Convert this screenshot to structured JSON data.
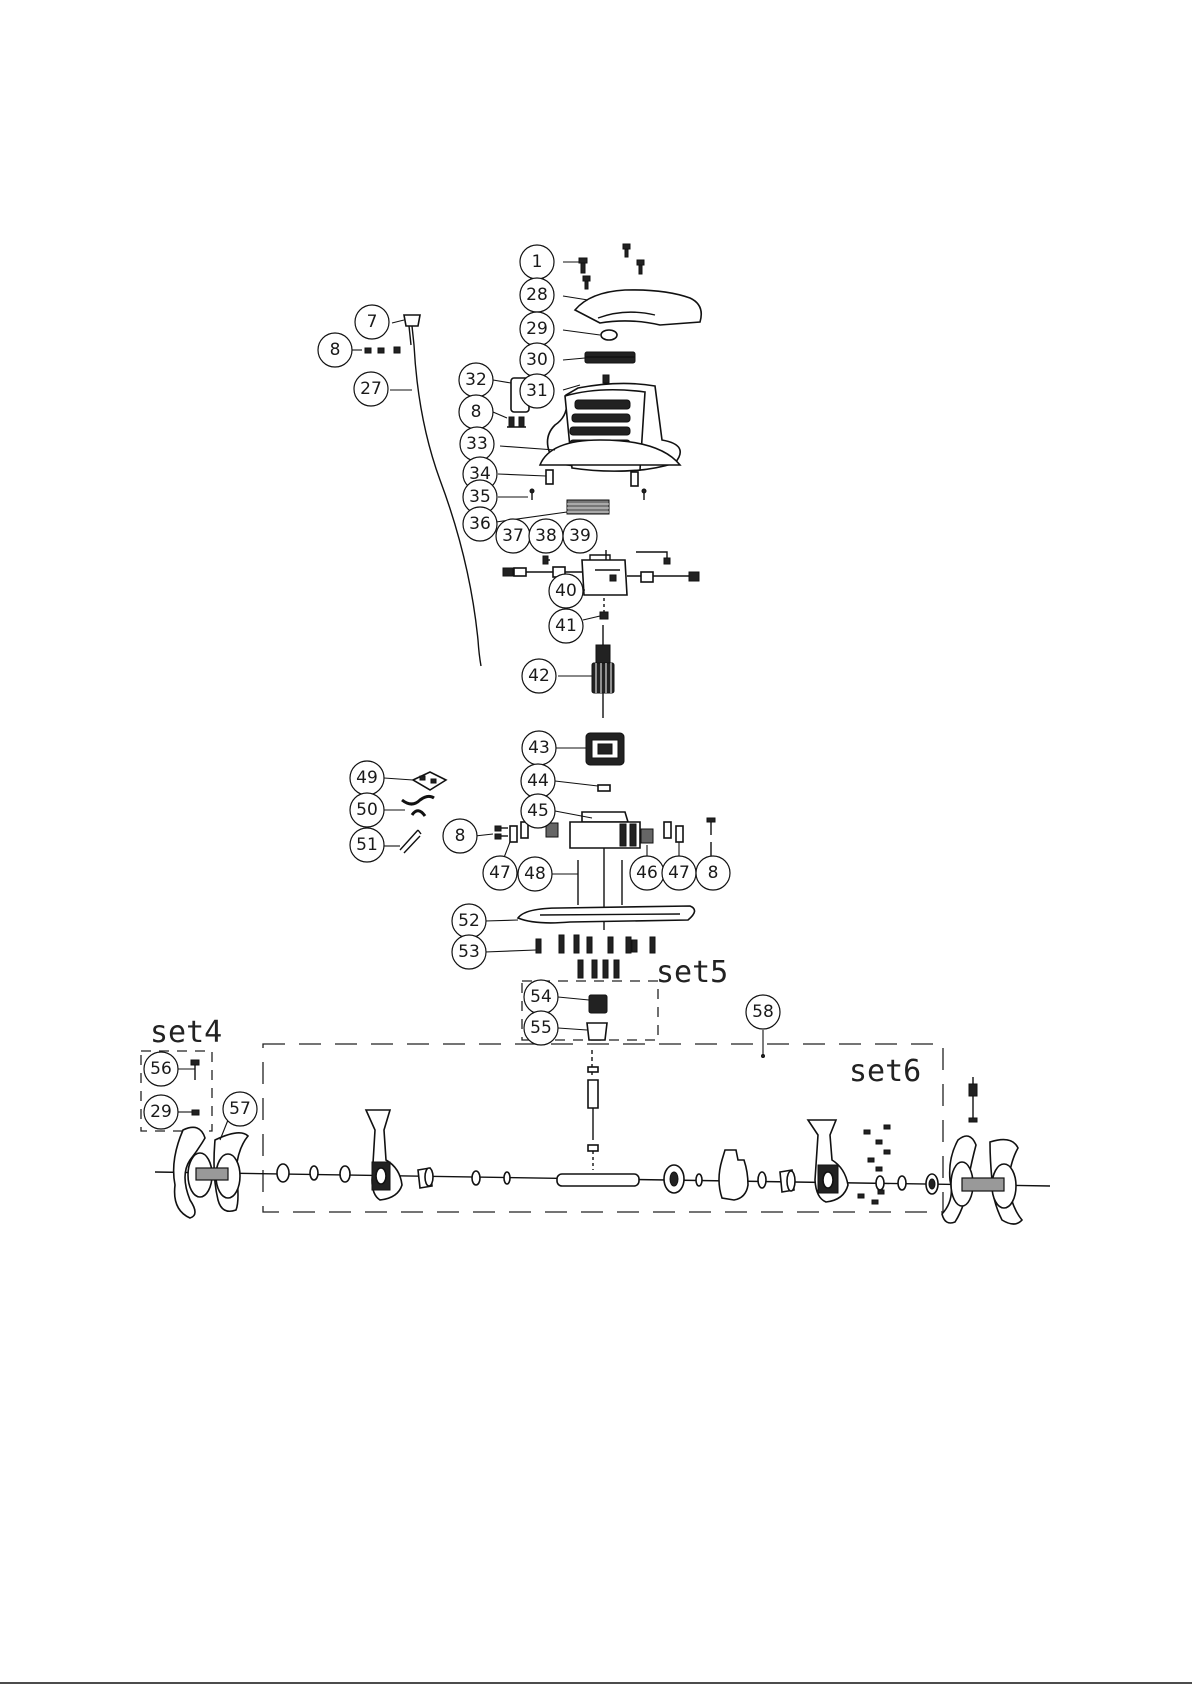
{
  "callouts": {
    "c1": "1",
    "c28": "28",
    "c29a": "29",
    "c30": "30",
    "c31": "31",
    "c7": "7",
    "c8a": "8",
    "c27": "27",
    "c32": "32",
    "c8b": "8",
    "c33": "33",
    "c34": "34",
    "c35": "35",
    "c36": "36",
    "c37": "37",
    "c38": "38",
    "c39": "39",
    "c40": "40",
    "c41": "41",
    "c42": "42",
    "c43": "43",
    "c44": "44",
    "c45": "45",
    "c49": "49",
    "c50": "50",
    "c51": "51",
    "c8c": "8",
    "c47a": "47",
    "c48": "48",
    "c46": "46",
    "c47b": "47",
    "c8d": "8",
    "c52": "52",
    "c53": "53",
    "c54": "54",
    "c55": "55",
    "c58": "58",
    "c56": "56",
    "c29b": "29",
    "c57": "57"
  },
  "sets": {
    "set4": "set4",
    "set5": "set5",
    "set6": "set6"
  }
}
